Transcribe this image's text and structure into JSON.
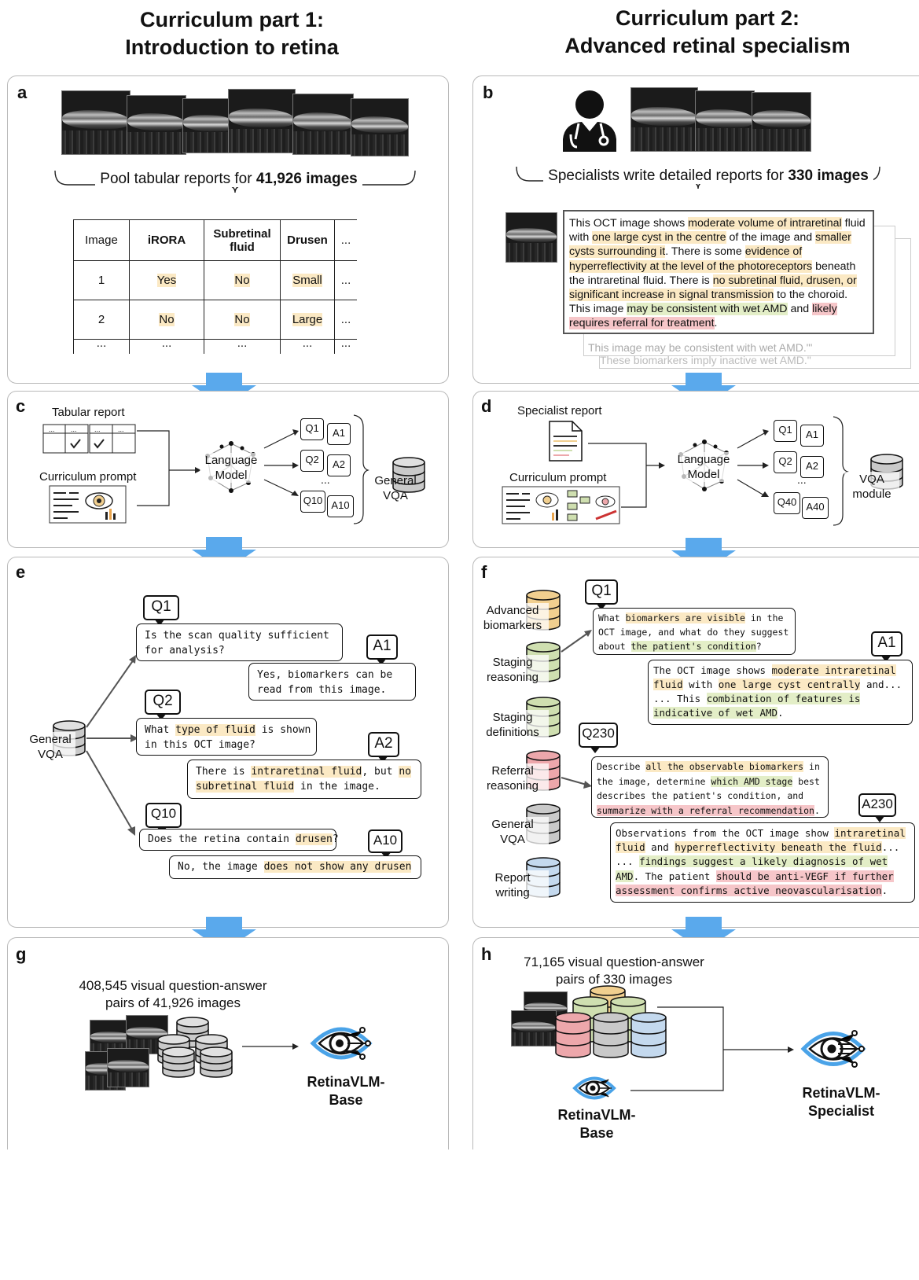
{
  "left_title": [
    "Curriculum part 1:",
    "Introduction to retina"
  ],
  "right_title": [
    "Curriculum part 2:",
    "Advanced retinal specialism"
  ],
  "panel_a": {
    "label": "a",
    "pool_text": "Pool tabular reports for ",
    "pool_bold": "41,926 images",
    "table": {
      "headers": [
        "Image",
        "iRORA",
        "Subretinal fluid",
        "Drusen",
        "..."
      ],
      "rows": [
        [
          "1",
          "Yes",
          "No",
          "Small",
          "..."
        ],
        [
          "2",
          "No",
          "No",
          "Large",
          "..."
        ],
        [
          "...",
          "...",
          "...",
          "...",
          "..."
        ]
      ]
    }
  },
  "panel_b": {
    "label": "b",
    "spec_text": "Specialists write detailed reports for ",
    "spec_bold": "330 images",
    "report_segments": [
      [
        "This OCT image shows ",
        ""
      ],
      [
        "moderate volume of intraretinal",
        "y"
      ],
      [
        " fluid with ",
        ""
      ],
      [
        "one large cyst in the centre",
        "y"
      ],
      [
        " of the image and ",
        ""
      ],
      [
        "smaller cysts surrounding it",
        "y"
      ],
      [
        ". There is some ",
        ""
      ],
      [
        "evidence of hyperreflectivity at the level of the photoreceptors",
        "y"
      ],
      [
        " beneath the intraretinal fluid. There is ",
        ""
      ],
      [
        "no subretinal fluid, drusen",
        "y"
      ],
      [
        ", or significant increase in signal transmission",
        "y"
      ],
      [
        " to the choroid. This image ",
        ""
      ],
      [
        "may be consistent with wet AMD",
        "g"
      ],
      [
        " and ",
        ""
      ],
      [
        "likely requires referral for treatment",
        "r"
      ],
      [
        ".",
        ""
      ]
    ],
    "behind1": "This image may be consistent with wet AMD.\"'",
    "behind2": "These biomarkers imply inactive wet AMD.\""
  },
  "panel_c": {
    "label": "c",
    "tabular_report": "Tabular report",
    "curriculum_prompt": "Curriculum prompt",
    "lm": [
      "Language",
      "Model"
    ],
    "q": [
      "Q1",
      "Q2",
      "...",
      "Q10"
    ],
    "a": [
      "A1",
      "A2",
      "A10"
    ],
    "db_label": [
      "General",
      "VQA"
    ]
  },
  "panel_d": {
    "label": "d",
    "specialist_report": "Specialist report",
    "curriculum_prompt": "Curriculum prompt",
    "lm": [
      "Language",
      "Model"
    ],
    "q": [
      "Q1",
      "Q2",
      "...",
      "Q40"
    ],
    "a": [
      "A1",
      "A2",
      "A40"
    ],
    "db_label": [
      "VQA",
      "module"
    ]
  },
  "panel_e": {
    "label": "e",
    "db_label": [
      "General",
      "VQA"
    ],
    "tags": [
      "Q1",
      "A1",
      "Q2",
      "A2",
      "Q10",
      "A10"
    ],
    "q1": [
      [
        "Is the scan quality sufficient",
        ""
      ],
      [
        "\nfor analysis?",
        ""
      ]
    ],
    "a1": [
      [
        "Yes, biomarkers can be\nread from this image.",
        ""
      ]
    ],
    "q2": [
      [
        "What ",
        ""
      ],
      [
        "type of fluid",
        "y"
      ],
      [
        " is shown\nin this OCT image?",
        ""
      ]
    ],
    "a2": [
      [
        "There is ",
        ""
      ],
      [
        "intraretinal fluid",
        "y"
      ],
      [
        ", but ",
        ""
      ],
      [
        "no\nsubretinal fluid",
        "y"
      ],
      [
        " in the image.",
        ""
      ]
    ],
    "q10": [
      [
        "Does the retina contain ",
        ""
      ],
      [
        "drusen",
        "y"
      ],
      [
        "?",
        ""
      ]
    ],
    "a10": [
      [
        "No, the image ",
        ""
      ],
      [
        "does not show any drusen",
        "y"
      ]
    ]
  },
  "panel_f": {
    "label": "f",
    "dbs": [
      {
        "name": [
          "Advanced",
          "biomarkers"
        ],
        "color": "#f1cf8f"
      },
      {
        "name": [
          "Staging",
          "reasoning"
        ],
        "color": "#cfdfb0"
      },
      {
        "name": [
          "Staging",
          "definitions"
        ],
        "color": "#cfdfb0"
      },
      {
        "name": [
          "Referral",
          "reasoning"
        ],
        "color": "#eda7ab"
      },
      {
        "name": [
          "General",
          "VQA"
        ],
        "color": "#c9c9c9"
      },
      {
        "name": [
          "Report",
          "writing"
        ],
        "color": "#c4d9ee"
      }
    ],
    "tags": [
      "Q1",
      "A1",
      "Q230",
      "A230"
    ],
    "q1": [
      [
        "What ",
        ""
      ],
      [
        "biomarkers are visible",
        "y"
      ],
      [
        " in the\nOCT image, and what do they suggest\nabout ",
        ""
      ],
      [
        "the patient's condition",
        "g"
      ],
      [
        "?",
        ""
      ]
    ],
    "a1": [
      [
        "The OCT image shows ",
        ""
      ],
      [
        "moderate intraretinal\nfluid",
        "y"
      ],
      [
        " with ",
        ""
      ],
      [
        "one large cyst centrally",
        "y"
      ],
      [
        " and...\n... This ",
        ""
      ],
      [
        "combination of features is\nindicative of wet AMD",
        "g"
      ],
      [
        ".",
        ""
      ]
    ],
    "q230": [
      [
        "Describe ",
        ""
      ],
      [
        "all the observable biomarkers",
        "y"
      ],
      [
        " in\nthe image, determine ",
        ""
      ],
      [
        "which AMD stage",
        "g"
      ],
      [
        " best\ndescribes the patient's condition, and\n",
        ""
      ],
      [
        "summarize with a referral recommendation",
        "r"
      ],
      [
        ".",
        ""
      ]
    ],
    "a230": [
      [
        "Observations from the OCT image show ",
        ""
      ],
      [
        "intraretinal\nfluid",
        "y"
      ],
      [
        " and ",
        ""
      ],
      [
        "hyperreflectivity beneath the fluid",
        "y"
      ],
      [
        "...\n... ",
        ""
      ],
      [
        "findings suggest a likely diagnosis of wet\nAMD",
        "g"
      ],
      [
        ". The patient ",
        ""
      ],
      [
        "should be anti-VEGF if further\nassessment confirms active neovascularisation",
        "r"
      ],
      [
        ".",
        ""
      ]
    ]
  },
  "panel_g": {
    "label": "g",
    "text": [
      "408,545 visual question-answer",
      "pairs of 41,926 images"
    ],
    "model": [
      "RetinaVLM-",
      "Base"
    ]
  },
  "panel_h": {
    "label": "h",
    "text": [
      "71,165 visual question-answer",
      "pairs of 330 images"
    ],
    "base_model": [
      "RetinaVLM-",
      "Base"
    ],
    "spec_model": [
      "RetinaVLM-",
      "Specialist"
    ]
  },
  "colors": {
    "arrow": "#5aa9ec",
    "yellow": "#fbe9c4",
    "green": "#e3eec7",
    "red": "#f6c6c9"
  }
}
